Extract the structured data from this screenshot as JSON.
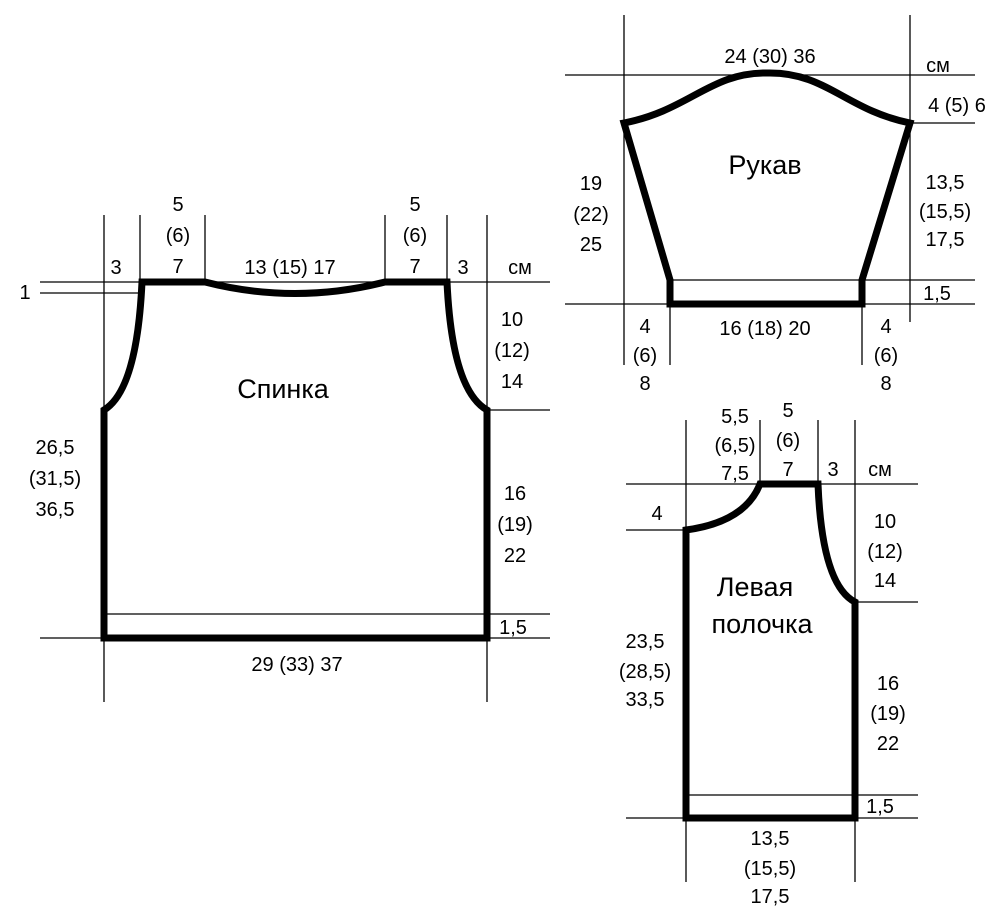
{
  "back": {
    "title": "Спинка",
    "shoulder_left": "3",
    "neck_side_left": [
      "5",
      "(6)",
      "7"
    ],
    "neck_width": "13  (15)  17",
    "neck_side_right": [
      "5",
      "(6)",
      "7"
    ],
    "shoulder_right": "3",
    "unit": "см",
    "neck_depth": "1",
    "armhole_height": [
      "10",
      "(12)",
      "14"
    ],
    "total_side": [
      "26,5",
      "(31,5)",
      "36,5"
    ],
    "side_height": [
      "16",
      "(19)",
      "22"
    ],
    "hem": "1,5",
    "width": "29  (33)  37"
  },
  "sleeve": {
    "title": "Рукав",
    "top_width": "24  (30)  36",
    "unit": "см",
    "cap_height": "4  (5)  6",
    "left_height": [
      "19",
      "(22)",
      "25"
    ],
    "right_height": [
      "13,5",
      "(15,5)",
      "17,5"
    ],
    "hem": "1,5",
    "cuff_left": [
      "4",
      "(6)",
      "8"
    ],
    "cuff_width": "16  (18)  20",
    "cuff_right": [
      "4",
      "(6)",
      "8"
    ]
  },
  "front": {
    "title_line1": "Левая",
    "title_line2": "полочка",
    "neck_width": [
      "5,5",
      "(6,5)",
      "7,5"
    ],
    "shoulder_width": [
      "5",
      "(6)",
      "7"
    ],
    "armhole_offset": "3",
    "unit": "см",
    "neck_depth": "4",
    "armhole_height": [
      "10",
      "(12)",
      "14"
    ],
    "front_height": [
      "23,5",
      "(28,5)",
      "33,5"
    ],
    "side_height": [
      "16",
      "(19)",
      "22"
    ],
    "hem": "1,5",
    "width": [
      "13,5",
      "(15,5)",
      "17,5"
    ]
  }
}
